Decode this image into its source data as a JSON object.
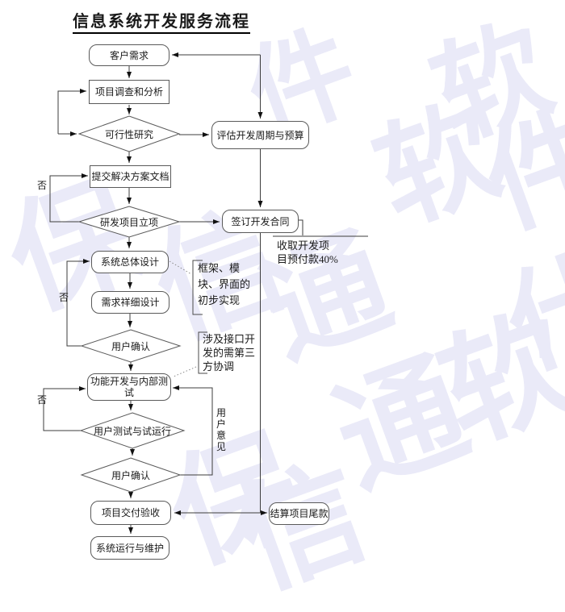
{
  "title": "信息系统开发服务流程",
  "nodes": {
    "customer_needs": "客户需求",
    "investigation": "项目调查和分析",
    "feasibility": "可行性研究",
    "evaluate": "评估开发周期与预算",
    "submit_solution": "提交解决方案文档",
    "project_approval": "研发项目立项",
    "sign_contract": "签订开发合同",
    "overall_design": "系统总体设计",
    "detail_design": "需求祥细设计",
    "user_confirm_1": "用户确认",
    "func_dev": "功能开发与内部测\n试",
    "user_test": "用户测试与试运行",
    "user_confirm_2": "用户确认",
    "delivery": "项目交付验收",
    "maintenance": "系统运行与维护",
    "settle": "结算项目尾款"
  },
  "annotations": {
    "payment": "收取开发项\n目预付款40%",
    "design_note": "框架、模\n块、界面的\n初步实现",
    "interface_note": "涉及接口开\n发的需第三\n方协调",
    "user_opinion": "用户意见"
  },
  "labels": {
    "no1": "否",
    "no2": "否",
    "no3": "否"
  },
  "watermark": {
    "text": "保信通软件",
    "glyphs": [
      "件",
      "软",
      "件",
      "保",
      "信",
      "通",
      "软",
      "通",
      "软",
      "保",
      "信",
      "什"
    ]
  },
  "colors": {
    "line": "#3d3d3d",
    "shape_border": "#5a5a5a",
    "text": "#1a1a1a",
    "watermark": "#eaeaf8",
    "background": "#ffffff"
  }
}
